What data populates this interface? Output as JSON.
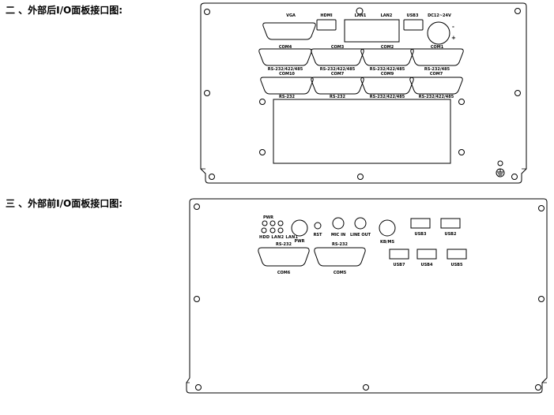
{
  "headings": {
    "rear": "二 、外部后I/O面板接口图:",
    "front": "三 、外部前I/O面板接口图:"
  },
  "rear_panel": {
    "vga": "VGA",
    "hdmi": "HDMI",
    "lan1": "LAN1",
    "lan2": "LAN2",
    "usb": "USB3",
    "dc_in": "DC12~24V",
    "minus": "-",
    "plus": "+",
    "com4": "COM4",
    "com3": "COM3",
    "com2": "COM2",
    "com1": "COM1",
    "com4_type": "RS-232/422/485",
    "com3_type": "RS-232/422/485",
    "com2_type": "RS-232/422/485",
    "com1_type": "RS-232/485",
    "com10": "COM10",
    "com7a": "COM7",
    "com9": "COM9",
    "com7b": "COM7",
    "com10_type": "RS-232",
    "com7a_type": "RS-232",
    "com9_type": "RS-232/422/485",
    "com7b_type": "RS-232/422/485"
  },
  "front_panel": {
    "pwr_led": "PWR",
    "led_labels": "HDD LAN2 LAN1",
    "pwr_button": "PWR",
    "rst": "RST",
    "mic_in": "MIC IN",
    "line_out": "LINE OUT",
    "kb_ms": "KB/MS",
    "usb3": "USB3",
    "usb2": "USB2",
    "usb7": "USB7",
    "usb4": "USB4",
    "usb5": "USB5",
    "com6_type": "RS-232",
    "com5_type": "RS-232",
    "com6": "COM6",
    "com5": "COM5"
  }
}
